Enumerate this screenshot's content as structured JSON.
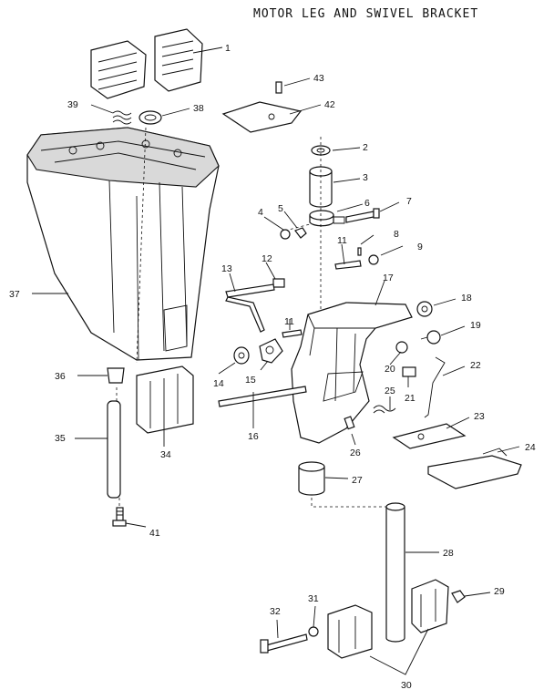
{
  "title": "MOTOR LEG AND SWIVEL BRACKET",
  "callouts": {
    "c1": "1",
    "c2": "2",
    "c3": "3",
    "c4": "4",
    "c5": "5",
    "c6": "6",
    "c7": "7",
    "c8": "8",
    "c9": "9",
    "c11a": "11",
    "c11b": "11",
    "c12": "12",
    "c13": "13",
    "c14": "14",
    "c15": "15",
    "c16": "16",
    "c17": "17",
    "c18": "18",
    "c19": "19",
    "c20": "20",
    "c21": "21",
    "c22": "22",
    "c23": "23",
    "c24": "24",
    "c25": "25",
    "c26": "26",
    "c27": "27",
    "c28": "28",
    "c29": "29",
    "c30": "30",
    "c31": "31",
    "c32": "32",
    "c34": "34",
    "c35": "35",
    "c36": "36",
    "c37": "37",
    "c38": "38",
    "c39": "39",
    "c41": "41",
    "c42": "42",
    "c43": "43"
  }
}
